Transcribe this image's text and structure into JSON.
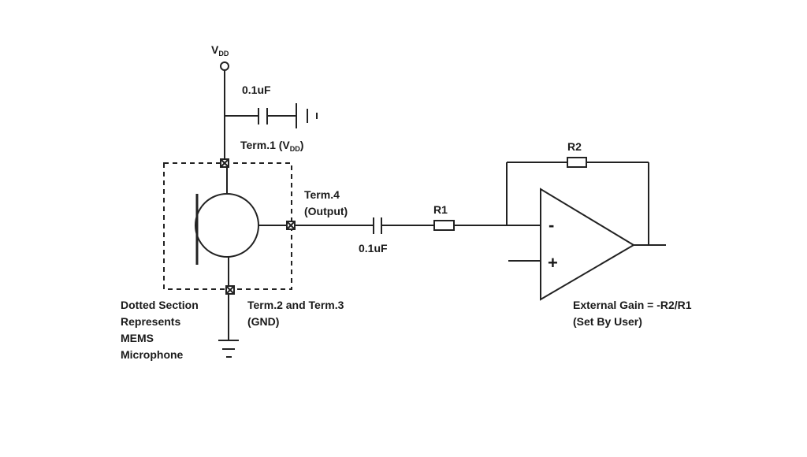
{
  "diagram": {
    "supply": {
      "main": "V",
      "sub": "DD"
    },
    "decoupling_cap": "0.1uF",
    "term1": {
      "prefix": "Term.1 (V",
      "sub": "DD",
      "suffix": ")"
    },
    "term4": {
      "line1": "Term.4",
      "line2": "(Output)"
    },
    "coupling_cap": "0.1uF",
    "r1": "R1",
    "r2": "R2",
    "opamp": {
      "minus": "-",
      "plus": "+"
    },
    "term23": {
      "line1": "Term.2 and Term.3",
      "line2": "(GND)"
    },
    "mems_note": [
      "Dotted Section",
      "Represents",
      "MEMS",
      "Microphone"
    ],
    "gain_note": {
      "line1": "External Gain = -R2/R1",
      "line2": "(Set By User)"
    }
  }
}
